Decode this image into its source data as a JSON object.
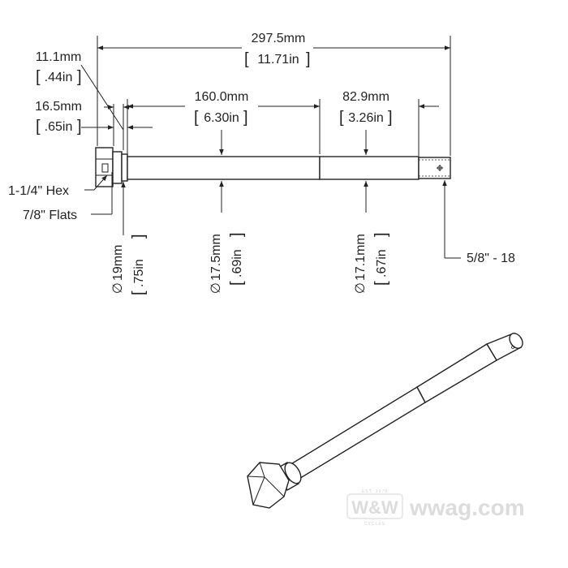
{
  "dimensions": {
    "overall": {
      "mm": "297.5mm",
      "in": "11.71in"
    },
    "hex_length": {
      "mm": "11.1mm",
      "in": ".44in"
    },
    "flats_length": {
      "mm": "16.5mm",
      "in": ".65in"
    },
    "mid_length": {
      "mm": "160.0mm",
      "in": "6.30in"
    },
    "end_length": {
      "mm": "82.9mm",
      "in": "3.26in"
    }
  },
  "callouts": {
    "hex": "1-1/4\" Hex",
    "flats": "7/8\" Flats",
    "thread": "5/8\" - 18"
  },
  "diameters": {
    "d1": {
      "mm": "19mm",
      "in": ".75in"
    },
    "d2": {
      "mm": "17.5mm",
      "in": ".69in"
    },
    "d3": {
      "mm": "17.1mm",
      "in": ".67in"
    },
    "symbol": "∅"
  },
  "watermark": {
    "logo": "W&W",
    "site": "wwag.com",
    "est": "EST. 1979",
    "sub": "CYCLES"
  }
}
